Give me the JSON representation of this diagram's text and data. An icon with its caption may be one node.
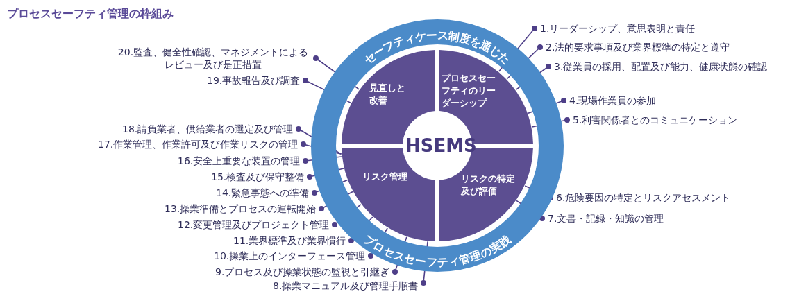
{
  "diagram": {
    "title": "プロセスセーフティ管理の枠組み",
    "nodes": [
      {
        "text": [
          "セーフティケース制度を通じた",
          "プロセスセーフティ管理の実践"
        ]
      },
      {
        "text": [
          "見直しと改善"
        ],
        "in": 0
      },
      {
        "text": [
          "プロセスセーフティのリーダーシップ"
        ],
        "in": 0
      },
      {
        "text": [
          "リスク管理"
        ],
        "in": 0
      },
      {
        "text": [
          "リスクの特定及び評価"
        ],
        "in": 0
      },
      {
        "text": [
          "HSEMS"
        ],
        "in": 0
      },
      {
        "text": [
          "1.リーダーシップ、意思表明と責任"
        ]
      },
      {
        "text": [
          "2.法的要求事項及び業界標準の特定と遵守"
        ]
      },
      {
        "text": [
          "3.従業員の採用、配置及び能力、健康状態の確認"
        ]
      },
      {
        "text": [
          "4.現場作業員の参加"
        ]
      },
      {
        "text": [
          "5.利害関係者とのコミュニケーション"
        ]
      },
      {
        "text": [
          "6.危険要因の特定とリスクアセスメント"
        ]
      },
      {
        "text": [
          "7.文書・記録・知識の管理"
        ]
      },
      {
        "text": [
          "8.操業マニュアル及び管理手順書"
        ]
      },
      {
        "text": [
          "9.プロセス及び操業状態の監視と引継ぎ"
        ]
      },
      {
        "text": [
          "10.操業上のインターフェース管理"
        ]
      },
      {
        "text": [
          "11.業界標準及び業界慣行"
        ]
      },
      {
        "text": [
          "12.変更管理及びプロジェクト管理"
        ]
      },
      {
        "text": [
          "13.操業準備とプロセスの運転開始"
        ]
      },
      {
        "text": [
          "14.緊急事態への準備"
        ]
      },
      {
        "text": [
          "15.検査及び保守整備"
        ]
      },
      {
        "text": [
          "16.安全上重要な装置の管理"
        ]
      },
      {
        "text": [
          "17.作業管理、作業許可及び作業リスクの管理"
        ]
      },
      {
        "text": [
          "18.請負業者、供給業者の選定及び管理"
        ]
      },
      {
        "text": [
          "19.事故報告及び調査"
        ]
      },
      {
        "text": [
          "20.監査、健全性確認、マネジメントによるレビュー及び是正措置"
        ]
      }
    ],
    "edges": [
      {
        "from": 6,
        "to": 2,
        "arrow": "other"
      },
      {
        "from": 7,
        "to": 2,
        "arrow": "other"
      },
      {
        "from": 8,
        "to": 2,
        "arrow": "other"
      },
      {
        "from": 9,
        "to": 2,
        "arrow": "other"
      },
      {
        "from": 10,
        "to": 2,
        "arrow": "other"
      },
      {
        "from": 11,
        "to": 4,
        "arrow": "other"
      },
      {
        "from": 12,
        "to": 4,
        "arrow": "other"
      },
      {
        "from": 13,
        "to": 3,
        "arrow": "other"
      },
      {
        "from": 14,
        "to": 3,
        "arrow": "other"
      },
      {
        "from": 15,
        "to": 3,
        "arrow": "other"
      },
      {
        "from": 16,
        "to": 3,
        "arrow": "other"
      },
      {
        "from": 17,
        "to": 3,
        "arrow": "other"
      },
      {
        "from": 18,
        "to": 3,
        "arrow": "other"
      },
      {
        "from": 19,
        "to": 3,
        "arrow": "other"
      },
      {
        "from": 20,
        "to": 3,
        "arrow": "other"
      },
      {
        "from": 21,
        "to": 3,
        "arrow": "other"
      },
      {
        "from": 22,
        "to": 3,
        "arrow": "other"
      },
      {
        "from": 23,
        "to": 3,
        "arrow": "other"
      },
      {
        "from": 24,
        "to": 1,
        "arrow": "other"
      },
      {
        "from": 25,
        "to": 1,
        "arrow": "other"
      }
    ]
  }
}
